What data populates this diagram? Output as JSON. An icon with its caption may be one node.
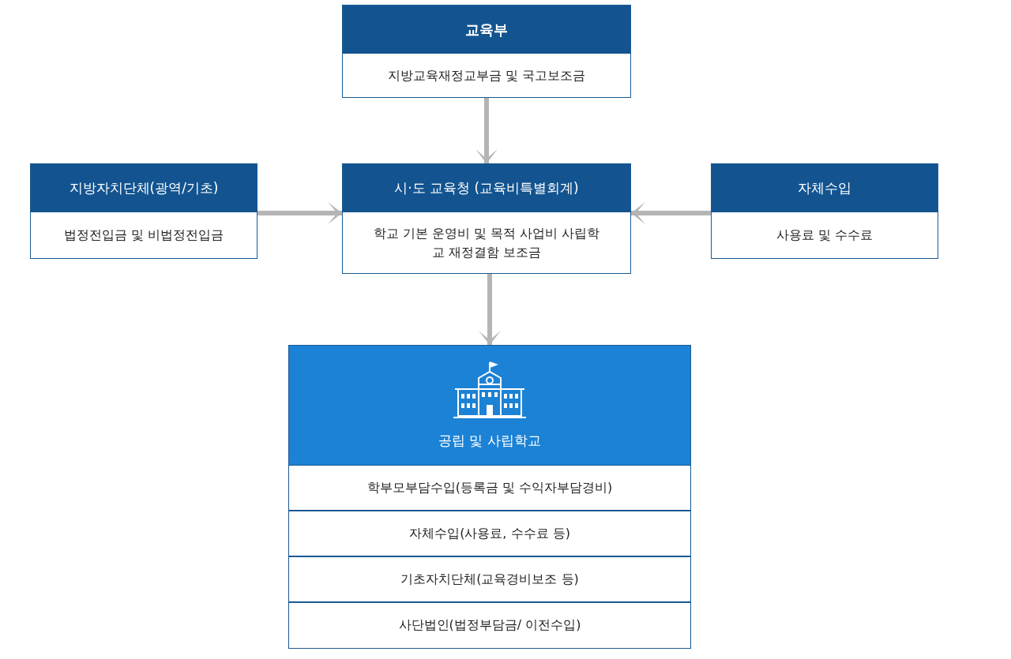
{
  "diagram": {
    "nodes": [
      {
        "text": [
          "교육부",
          "지방교육재정교부금 및 국고보조금"
        ]
      },
      {
        "text": [
          "지방자치단체(광역/기초)",
          "법정전입금 및 비법정전입금"
        ]
      },
      {
        "text": [
          "시·도 교육청 (교육비특별회계)",
          "학교 기본 운영비 및 목적 사업비 사립학교 재정결함 보조금"
        ]
      },
      {
        "text": [
          "자체수입",
          "사용료 및 수수료"
        ]
      },
      {
        "text": [
          "공립 및 사립학교"
        ]
      },
      {
        "text": [
          "학부모부담수입(등록금 및 수익자부담경비)"
        ],
        "in": 4
      },
      {
        "text": [
          "자체수입(사용료, 수수료  등)"
        ],
        "in": 4
      },
      {
        "text": [
          "기초자치단체(교육경비보조 등)"
        ],
        "in": 4
      },
      {
        "text": [
          "사단법인(법정부담금/ 이전수입)"
        ],
        "in": 4
      }
    ],
    "edges": [
      {
        "from": 0,
        "to": 2,
        "arrow": "to"
      },
      {
        "from": 1,
        "to": 2,
        "arrow": "to"
      },
      {
        "from": 3,
        "to": 2,
        "arrow": "to"
      },
      {
        "from": 2,
        "to": 4,
        "arrow": "to"
      }
    ]
  }
}
